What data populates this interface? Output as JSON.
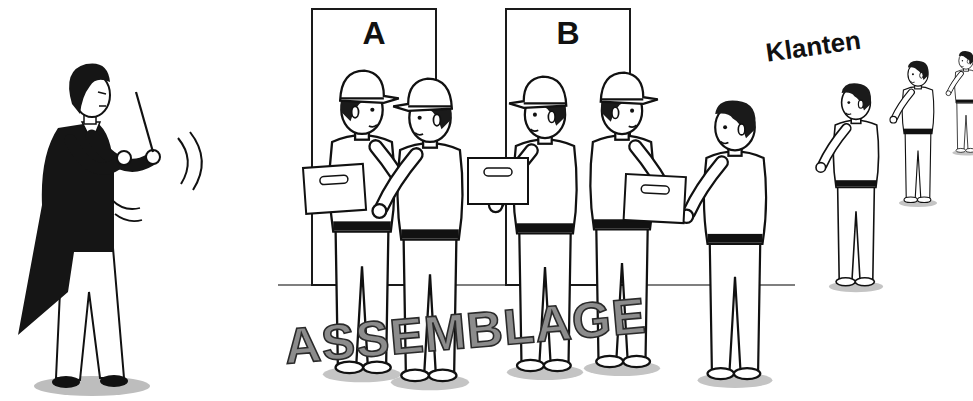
{
  "diagram": {
    "nodes": [
      {
        "text": [
          "A"
        ]
      },
      {
        "text": [
          "B"
        ]
      }
    ],
    "labels": [
      "Klanten",
      "ASSEMBLAGE"
    ]
  }
}
